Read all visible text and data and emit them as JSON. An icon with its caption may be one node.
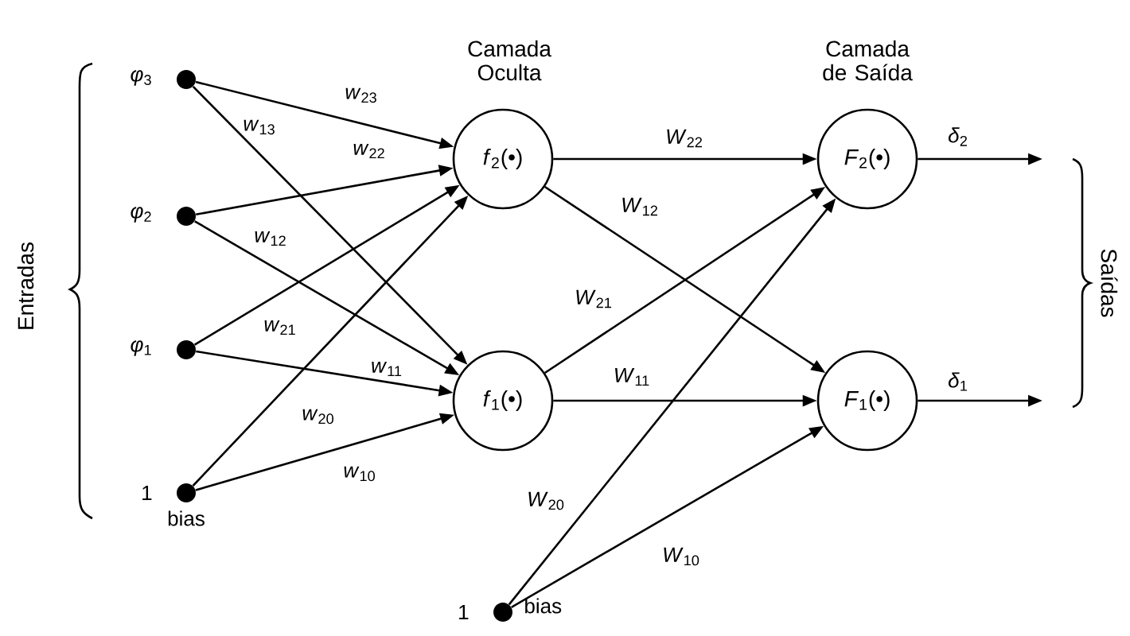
{
  "diagram": {
    "nodes": [
      {
        "text": [],
        "shape": "circle",
        "beside": [
          "*φ*$_{3}$"
        ]
      },
      {
        "text": [],
        "shape": "circle",
        "beside": [
          "*φ*$_{2}$"
        ]
      },
      {
        "text": [],
        "shape": "circle",
        "beside": [
          "*φ*$_{1}$"
        ]
      },
      {
        "text": [],
        "shape": "circle",
        "beside": [
          "1",
          "bias"
        ]
      },
      {
        "text": [
          "*f*$_{2}$(•)"
        ]
      },
      {
        "text": [
          "*f*$_{1}$(•)"
        ]
      },
      {
        "text": [
          "*F*$_{2}$(•)"
        ]
      },
      {
        "text": [
          "*F*$_{1}$(•)"
        ]
      },
      {
        "text": [],
        "shape": "circle",
        "beside": [
          "1",
          "bias"
        ]
      }
    ],
    "edges": [
      {
        "from": 0,
        "to": 4,
        "arrow": "to",
        "label": "*w*$_{23}$"
      },
      {
        "from": 0,
        "to": 5,
        "arrow": "to",
        "label": "*w*$_{13}$"
      },
      {
        "from": 1,
        "to": 4,
        "arrow": "to",
        "label": "*w*$_{22}$"
      },
      {
        "from": 1,
        "to": 5,
        "arrow": "to",
        "label": "*w*$_{12}$"
      },
      {
        "from": 2,
        "to": 4,
        "arrow": "to",
        "label": "*w*$_{21}$"
      },
      {
        "from": 2,
        "to": 5,
        "arrow": "to",
        "label": "*w*$_{11}$"
      },
      {
        "from": 3,
        "to": 4,
        "arrow": "to",
        "label": "*w*$_{20}$"
      },
      {
        "from": 3,
        "to": 5,
        "arrow": "to",
        "label": "*w*$_{10}$"
      },
      {
        "from": 4,
        "to": 6,
        "arrow": "to",
        "label": "*W*$_{22}$"
      },
      {
        "from": 4,
        "to": 7,
        "arrow": "to",
        "label": "*W*$_{12}$"
      },
      {
        "from": 5,
        "to": 6,
        "arrow": "to",
        "label": "*W*$_{21}$"
      },
      {
        "from": 5,
        "to": 7,
        "arrow": "to",
        "label": "*W*$_{11}$"
      },
      {
        "from": 8,
        "to": 6,
        "arrow": "to",
        "label": "*W*$_{20}$"
      },
      {
        "from": 8,
        "to": 7,
        "arrow": "to",
        "label": "*W*$_{10}$"
      },
      {
        "from": 6,
        "to": null,
        "arrow": "to",
        "label": "*δ*$_{2}$"
      },
      {
        "from": 7,
        "to": null,
        "arrow": "to",
        "label": "*δ*$_{1}$"
      }
    ],
    "labels": [
      "Camada Oculta",
      "Camada de Saída",
      "Entradas",
      "Saídas"
    ]
  }
}
